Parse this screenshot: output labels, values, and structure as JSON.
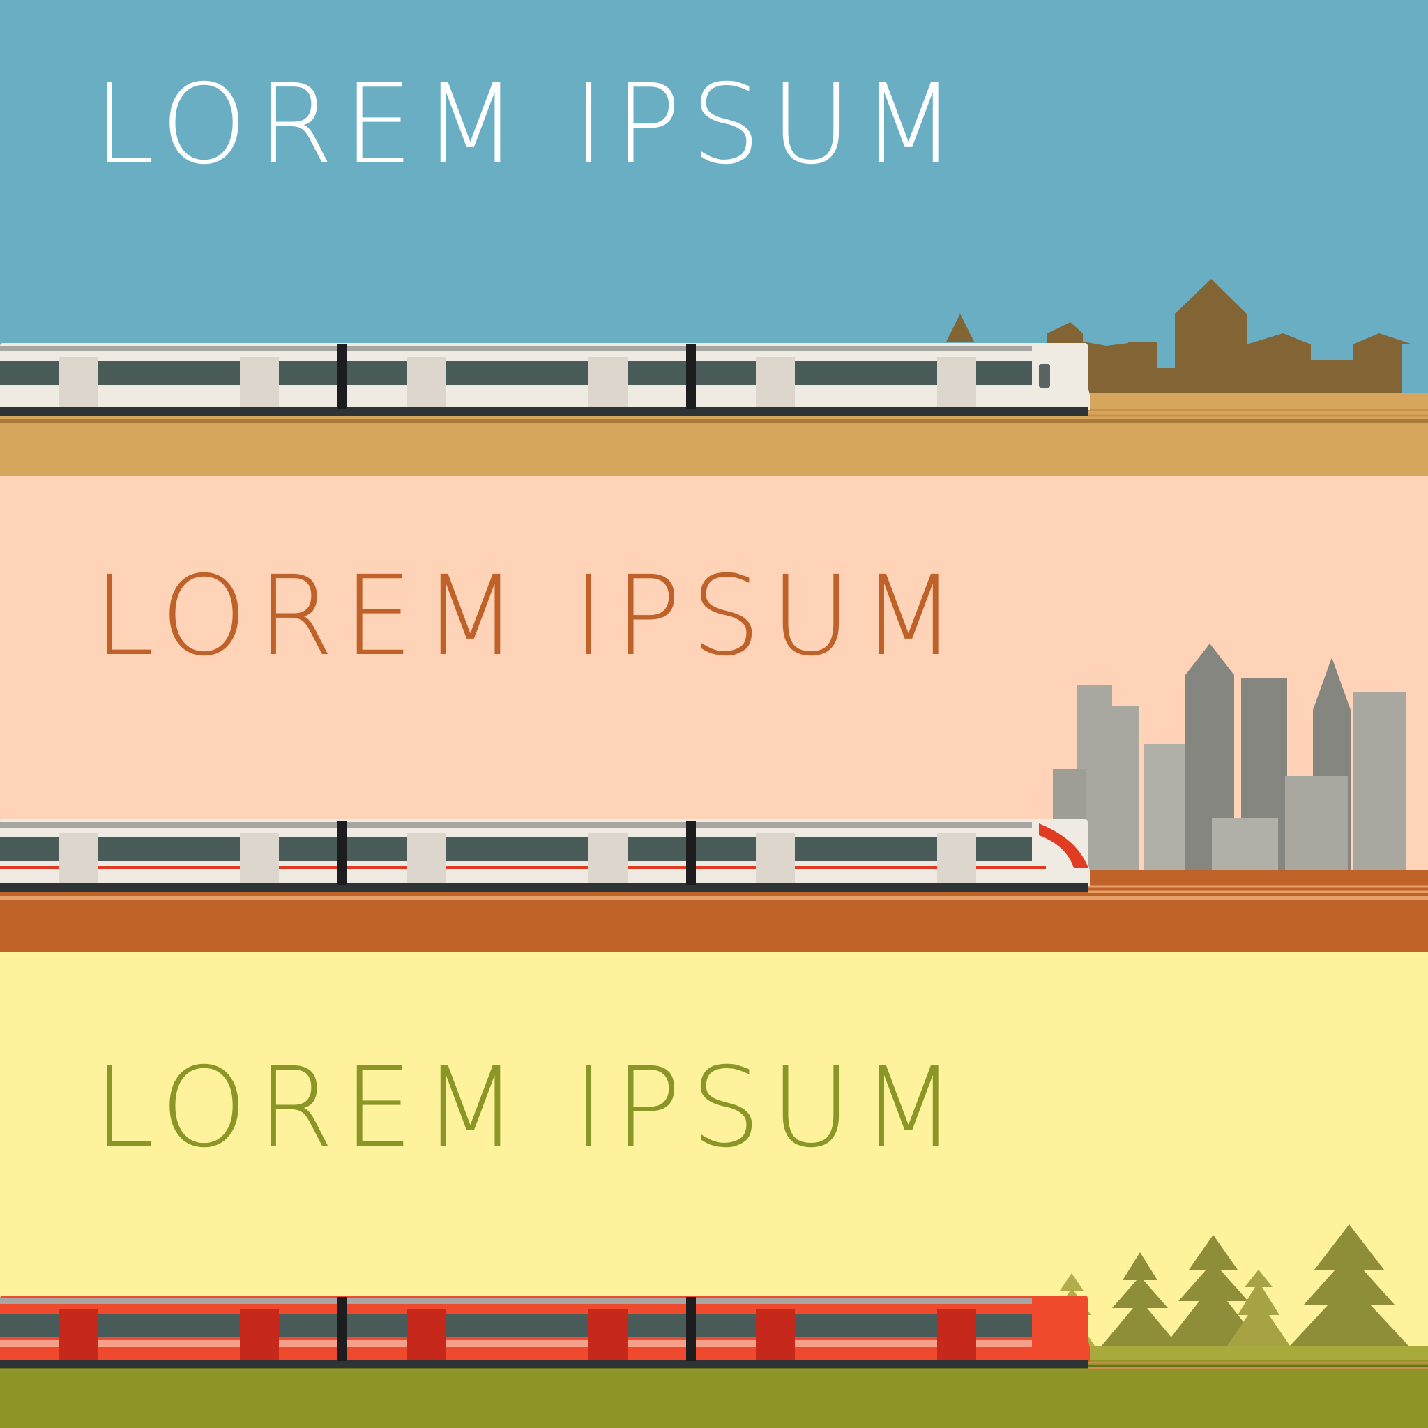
{
  "banners": [
    {
      "title": "LOREM IPSUM",
      "colors": {
        "sky": "#6aaec4",
        "ground": "#d5a65b",
        "title": "#ffffff",
        "skyline": "#836434",
        "train_body": "#efeae2",
        "train_accent": "#efeae2"
      },
      "scene": "town"
    },
    {
      "title": "LOREM IPSUM",
      "colors": {
        "sky": "#ffd3b7",
        "ground": "#c06328",
        "title": "#bf6229",
        "skyline": "#a8a8a0",
        "train_body": "#efeae2",
        "train_accent": "#e03c24"
      },
      "scene": "city"
    },
    {
      "title": "LOREM IPSUM",
      "colors": {
        "sky": "#fff29d",
        "ground": "#8d9526",
        "title": "#8a9626",
        "skyline": "#8d8d3a",
        "train_body": "#ef4a2d",
        "train_accent": "#c6281b"
      },
      "scene": "forest"
    }
  ]
}
